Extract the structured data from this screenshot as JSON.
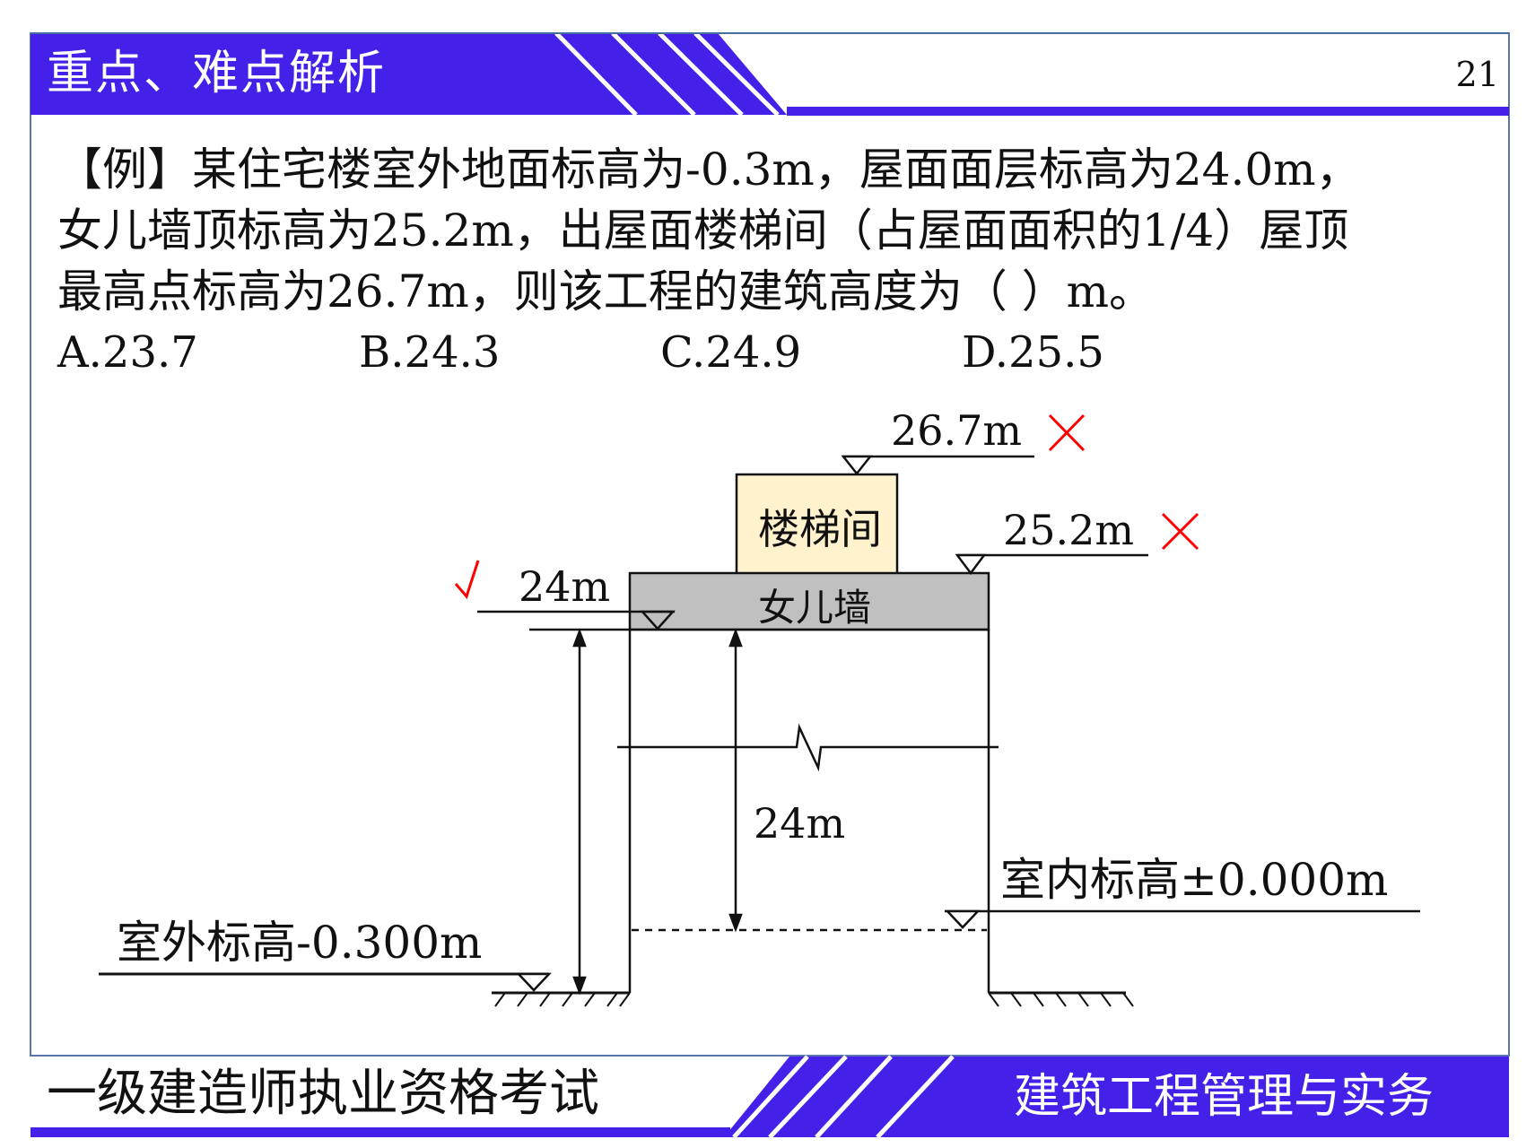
{
  "header": {
    "title": "重点、难点解析",
    "page_number": "21"
  },
  "question": {
    "lines": [
      "【例】某住宅楼室外地面标高为-0.3m，屋面面层标高为24.0m，",
      "女儿墙顶标高为25.2m，出屋面楼梯间（占屋面面积的1/4）屋顶",
      "最高点标高为26.7m，则该工程的建筑高度为（  ）m。"
    ],
    "options": [
      {
        "key": "A",
        "label": "A.23.7"
      },
      {
        "key": "B",
        "label": "B.24.3"
      },
      {
        "key": "C",
        "label": "C.24.9"
      },
      {
        "key": "D",
        "label": "D.25.5"
      }
    ]
  },
  "diagram": {
    "stair_label": "楼梯间",
    "parapet_label": "女儿墙",
    "elevation_top": "26.7m",
    "elevation_parapet": "25.2m",
    "elevation_roof": "24m",
    "height_dim": "24m",
    "indoor_label": "室内标高±0.000m",
    "outdoor_label": "室外标高-0.300m",
    "mark_correct": "√",
    "mark_wrong": "×",
    "colors": {
      "brand_blue": "#4520E8",
      "stair_fill": "#FFF2CC",
      "parapet_fill": "#C0C0C0",
      "mark_red": "#FF0000"
    }
  },
  "footer": {
    "left": "一级建造师执业资格考试",
    "right": "建筑工程管理与实务"
  }
}
